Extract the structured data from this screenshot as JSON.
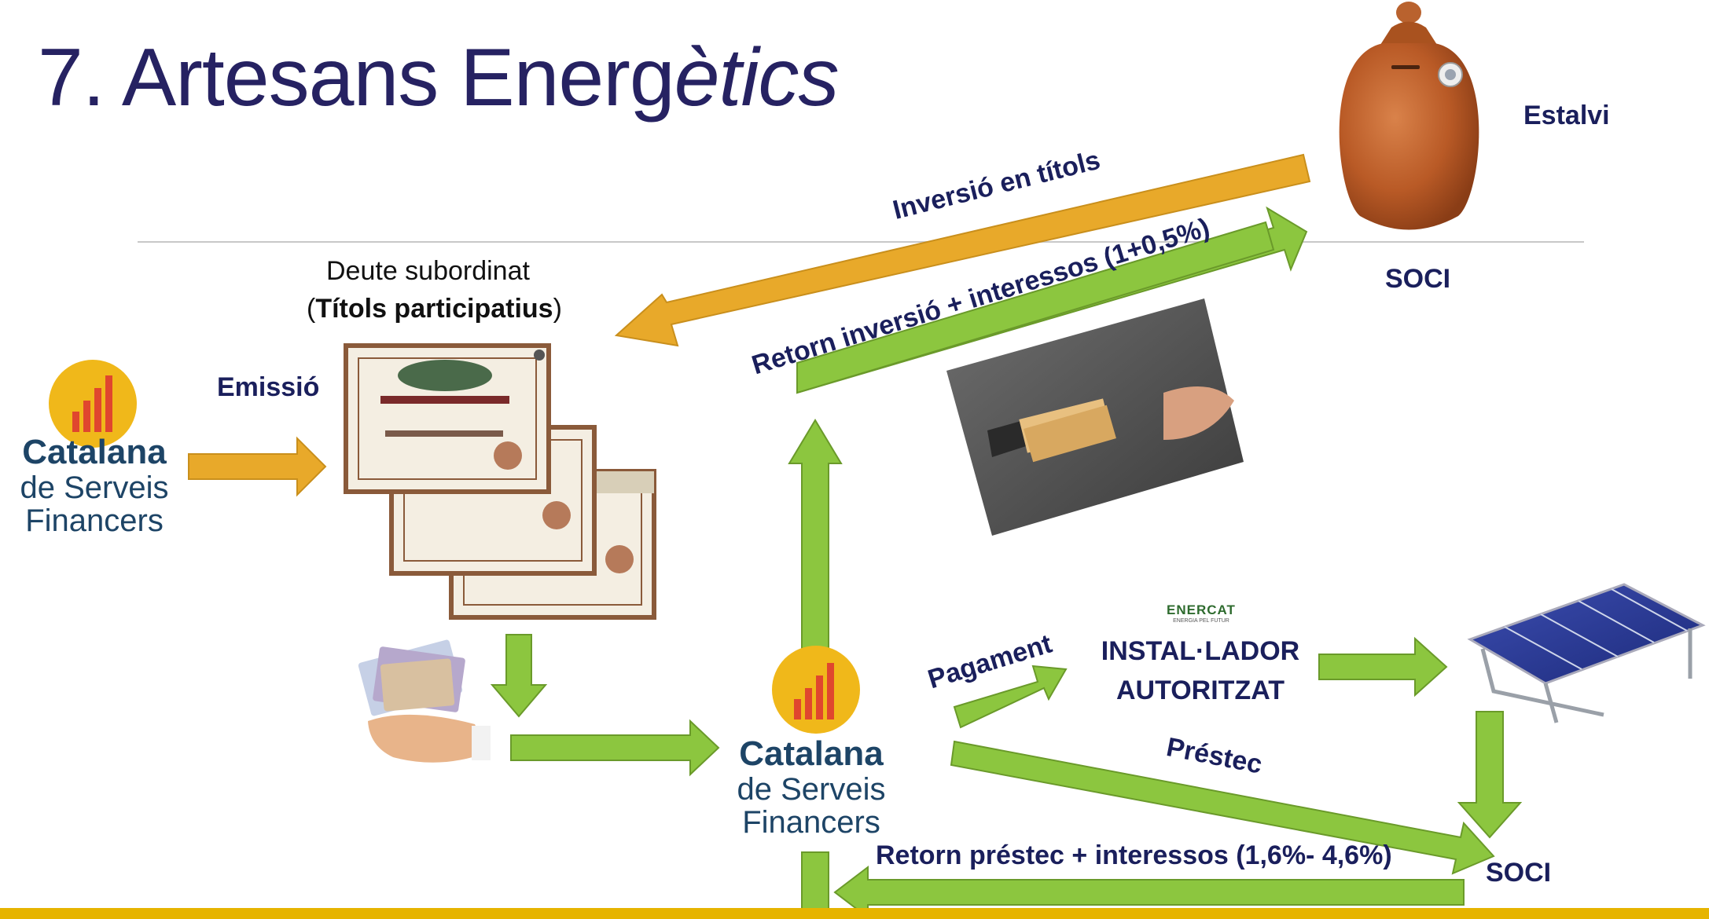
{
  "slide": {
    "title_main": "7. Artesans Energ",
    "title_italic": "ètics"
  },
  "labels": {
    "estalvi": "Estalvi",
    "soci_top": "SOCI",
    "soci_bottom": "SOCI",
    "deute_line1": "Deute subordinat",
    "deute_open": "(",
    "deute_bold": "Títols participatius",
    "deute_close": ")",
    "emissio": "Emissió",
    "inversio": "Inversió en títols",
    "retorn_inversio": "Retorn inversió +  interessos (1+0,5%)",
    "pagament": "Pagament",
    "installador_line1": "INSTAL·LADOR",
    "installador_line2": "AUTORITZAT",
    "prestec": "Préstec",
    "retorn_prestec": "Retorn préstec + interessos (1,6%- 4,6%)"
  },
  "logos": {
    "catalana_line1": "Catalana",
    "catalana_line2": "de Serveis",
    "catalana_line3": "Financers",
    "enercat_name": "ENERCAT",
    "enercat_tagline": "ENERGIA PEL FUTUR"
  },
  "colors": {
    "orange_arrow": "#e8a92a",
    "green_arrow": "#8cc63f",
    "arrow_stroke": "#6a9a2a",
    "title": "#262262",
    "label": "#1a1f5c",
    "bottom_bar": "#e6b400"
  }
}
